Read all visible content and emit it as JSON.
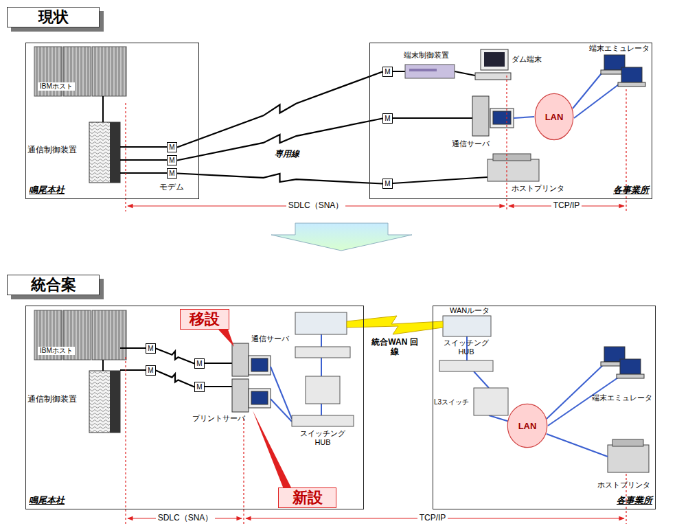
{
  "diagram": {
    "nodes": [
      {
        "text": [
          "現状"
        ]
      },
      {
        "text": [
          "鳴尾本社"
        ]
      },
      {
        "text": [
          "M"
        ],
        "in": 1
      },
      {
        "text": [
          "M"
        ],
        "in": 1
      },
      {
        "text": [
          "M"
        ],
        "in": 1
      },
      {
        "text": [
          "各事業所"
        ]
      },
      {
        "text": [
          "M"
        ],
        "in": 5
      },
      {
        "text": [
          "M"
        ],
        "in": 5
      },
      {
        "text": [
          "M"
        ],
        "in": 5
      },
      {
        "text": [
          "LAN"
        ],
        "in": 5
      },
      {
        "text": [
          "統合案"
        ]
      },
      {
        "text": [
          "鳴尾本社"
        ]
      },
      {
        "text": [
          "M"
        ],
        "in": 11
      },
      {
        "text": [
          "M"
        ],
        "in": 11
      },
      {
        "text": [
          "M"
        ],
        "in": 11
      },
      {
        "text": [
          "M"
        ],
        "in": 11
      },
      {
        "text": [
          "移設"
        ],
        "in": 11
      },
      {
        "text": [
          "新設"
        ],
        "in": 11
      },
      {
        "text": [
          "各事業所"
        ]
      },
      {
        "text": [
          "LAN"
        ],
        "in": 18
      }
    ],
    "edges": [
      {
        "from": 2,
        "to": 6,
        "arrow": "none"
      },
      {
        "from": 3,
        "to": 7,
        "arrow": "none"
      },
      {
        "from": 4,
        "to": 8,
        "arrow": "none"
      },
      {
        "from": 12,
        "to": 14,
        "arrow": "none"
      },
      {
        "from": 13,
        "to": 15,
        "arrow": "none"
      }
    ],
    "labels": [
      "IBMホスト",
      "通信制御装置",
      "モデム",
      "専用線",
      "端末制御装置",
      "ダム端末",
      "端末エミュレータ",
      "通信サーバ",
      "ホストプリンタ",
      "SDLC（SNA）",
      "TCP/IP",
      "IBMホスト",
      "通信制御装置",
      "通信サーバ",
      "プリントサーバ",
      "スイッチング HUB",
      "統合WAN 回線",
      "WANルータ",
      "スイッチング HUB",
      "L3スイッチ",
      "端末エミュレータ",
      "ホストプリンタ",
      "SDLC（SNA）",
      "TCP/IP"
    ]
  }
}
